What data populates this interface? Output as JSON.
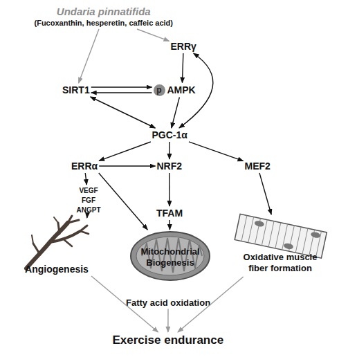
{
  "diagram": {
    "nodes": [
      {
        "text": [
          "Undaria pinnatifida",
          "(Fucoxanthin, hesperetin, caffeic acid)"
        ]
      },
      {
        "text": [
          "ERRγ"
        ]
      },
      {
        "text": [
          "SIRT1"
        ]
      },
      {
        "text": [
          "p",
          "AMPK"
        ]
      },
      {
        "text": [
          "PGC-1α"
        ]
      },
      {
        "text": [
          "ERRα"
        ]
      },
      {
        "text": [
          "NRF2"
        ]
      },
      {
        "text": [
          "MEF2"
        ]
      },
      {
        "text": [
          "VEGF FGF ANGPT"
        ]
      },
      {
        "text": [
          "TFAM"
        ]
      },
      {
        "text": [
          "Angiogenesis"
        ]
      },
      {
        "text": [
          "Mitochondrial Biogenesis"
        ]
      },
      {
        "text": [
          "Oxidative muscle fiber formation"
        ]
      },
      {
        "text": [
          "Fatty acid oxidation"
        ]
      },
      {
        "text": [
          "Exercise endurance"
        ]
      }
    ],
    "edges": [
      {
        "from": 0,
        "to": 2,
        "arrow": "to"
      },
      {
        "from": 0,
        "to": 1,
        "arrow": "to"
      },
      {
        "from": 1,
        "to": 3,
        "arrow": "to"
      },
      {
        "from": 2,
        "to": 3,
        "arrow": "to"
      },
      {
        "from": 3,
        "to": 2,
        "arrow": "to"
      },
      {
        "from": 3,
        "to": 4,
        "arrow": "to"
      },
      {
        "from": 1,
        "to": 4,
        "arrow": "both"
      },
      {
        "from": 2,
        "to": 4,
        "arrow": "both"
      },
      {
        "from": 4,
        "to": 5,
        "arrow": "to"
      },
      {
        "from": 4,
        "to": 6,
        "arrow": "to"
      },
      {
        "from": 4,
        "to": 7,
        "arrow": "to"
      },
      {
        "from": 5,
        "to": 6,
        "arrow": "to"
      },
      {
        "from": 5,
        "to": 8,
        "arrow": "to"
      },
      {
        "from": 5,
        "to": 11,
        "arrow": "to"
      },
      {
        "from": 6,
        "to": 9,
        "arrow": "to"
      },
      {
        "from": 9,
        "to": 11,
        "arrow": "to"
      },
      {
        "from": 7,
        "to": 12,
        "arrow": "to"
      },
      {
        "from": 8,
        "to": 10,
        "arrow": "to"
      },
      {
        "from": 10,
        "to": 14,
        "arrow": "to"
      },
      {
        "from": 13,
        "to": 14,
        "arrow": "to"
      },
      {
        "from": 12,
        "to": 14,
        "arrow": "to"
      }
    ]
  }
}
